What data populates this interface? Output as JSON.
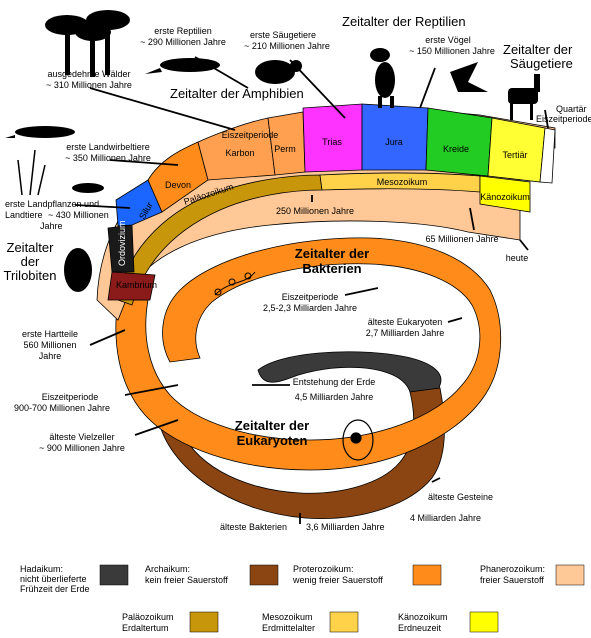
{
  "colors": {
    "hadaikum": "#3a3a3a",
    "archaikum": "#8b4513",
    "proterozoikum": "#ff8c1a",
    "phanerozoikum": "#ffc896",
    "palaeozoikum": "#c8960a",
    "mesozoikum": "#ffd24a",
    "kaenozoikum": "#ffff00",
    "trias": "#ff33ff",
    "jura": "#3366ff",
    "kreide": "#22cc22",
    "tertiaer": "#ffff33",
    "quartaer": "#ffffff",
    "devon": "#ff8c1a",
    "karbon": "#ffa050",
    "perm": "#ffa050",
    "silur": "#1a66ff",
    "ordovizium": "#1a1a1a",
    "kambrium": "#8b1a1a"
  },
  "periods": {
    "kambrium": "Kambrium",
    "ordovizium": "Ordovizium",
    "silur": "Silur",
    "devon": "Devon",
    "eiszeitperiode_karbon": "Eiszeitperiode",
    "karbon": "Karbon",
    "perm": "Perm",
    "trias": "Trias",
    "jura": "Jura",
    "kreide": "Kreide",
    "tertiaer": "Tertiär",
    "quartaer_line1": "Quartär",
    "quartaer_line2": "Eiszeitperiode"
  },
  "eras": {
    "palaeozoikum": "Paläozoikum",
    "mesozoikum": "Mesozoikum",
    "kaenozoikum": "Känozoikum"
  },
  "ages": {
    "reptilien": "Zeitalter der Reptilien",
    "saeugetiere_line1": "Zeitalter der",
    "saeugetiere_line2": "Säugetiere",
    "amphibien": "Zeitalter der Amphibien",
    "trilobiten_line1": "Zeitalter",
    "trilobiten_line2": "der",
    "trilobiten_line3": "Trilobiten",
    "bakterien_line1": "Zeitalter der",
    "bakterien_line2": "Bakterien",
    "eukaryoten_line1": "Zeitalter der",
    "eukaryoten_line2": "Eukaryoten"
  },
  "annotations": {
    "reptilien_1": "erste Reptilien",
    "reptilien_2": "~ 290 Millionen Jahre",
    "saeuger_1": "erste Säugetiere",
    "saeuger_2": "~ 210 Millionen Jahre",
    "voegel_1": "erste Vögel",
    "voegel_2": "~ 150 Millionen Jahre",
    "waelder_1": "ausgedehnte Wälder",
    "waelder_2": "~ 310 Millionen Jahre",
    "landwirbel_1": "erste Landwirbeltiere",
    "landwirbel_2": "~ 350 Millionen Jahre",
    "landpflanzen_1": "erste Landpflanzen und",
    "landpflanzen_2": "Landtiere",
    "landpflanzen_3": "~ 430 Millionen",
    "landpflanzen_4": "Jahre",
    "m250": "250 Millionen Jahre",
    "m65": "65 Millionen Jahre",
    "heute": "heute",
    "hartteile_1": "erste Hartteile",
    "hartteile_2": "560 Millionen",
    "hartteile_3": "Jahre",
    "eiszeit900_1": "Eiszeitperiode",
    "eiszeit900_2": "900-700 Millionen Jahre",
    "vielzeller_1": "älteste Vielzeller",
    "vielzeller_2": "~ 900 Millionen Jahre",
    "eiszeit25_1": "Eiszeitperiode",
    "eiszeit25_2": "2,5-2,3 Milliarden Jahre",
    "eukaryoten_1": "älteste Eukaryoten",
    "eukaryoten_2": "2,7 Milliarden Jahre",
    "erde_1": "Entstehung der Erde",
    "erde_2": "4,5 Milliarden Jahre",
    "gesteine_1": "älteste Gesteine",
    "gesteine_2": "4 Milliarden Jahre",
    "bakterien_1": "älteste Bakterien",
    "bakterien_2": "3,6 Milliarden Jahre"
  },
  "legend": {
    "hadaikum_1": "Hadaikum:",
    "hadaikum_2": "nicht überlieferte",
    "hadaikum_3": "Frühzeit der Erde",
    "archaikum_1": "Archaikum:",
    "archaikum_2": "kein freier Sauerstoff",
    "proterozoikum_1": "Proterozoikum:",
    "proterozoikum_2": "wenig freier Sauerstoff",
    "phanerozoikum_1": "Phanerozoikum:",
    "phanerozoikum_2": "freier Sauerstoff",
    "palaeozoikum_1": "Paläozoikum",
    "palaeozoikum_2": "Erdaltertum",
    "mesozoikum_1": "Mesozoikum",
    "mesozoikum_2": "Erdmittelalter",
    "kaenozoikum_1": "Känozoikum",
    "kaenozoikum_2": "Erdneuzeit"
  },
  "icons": [
    "palm-tree-icon",
    "reptile-icon",
    "mammal-icon",
    "dinosaur-icon",
    "bird-icon",
    "zebra-icon",
    "amphibian-icon",
    "plant-icon",
    "insect-icon",
    "trilobite-icon",
    "bacteria-icon",
    "eukaryote-cell-icon"
  ]
}
